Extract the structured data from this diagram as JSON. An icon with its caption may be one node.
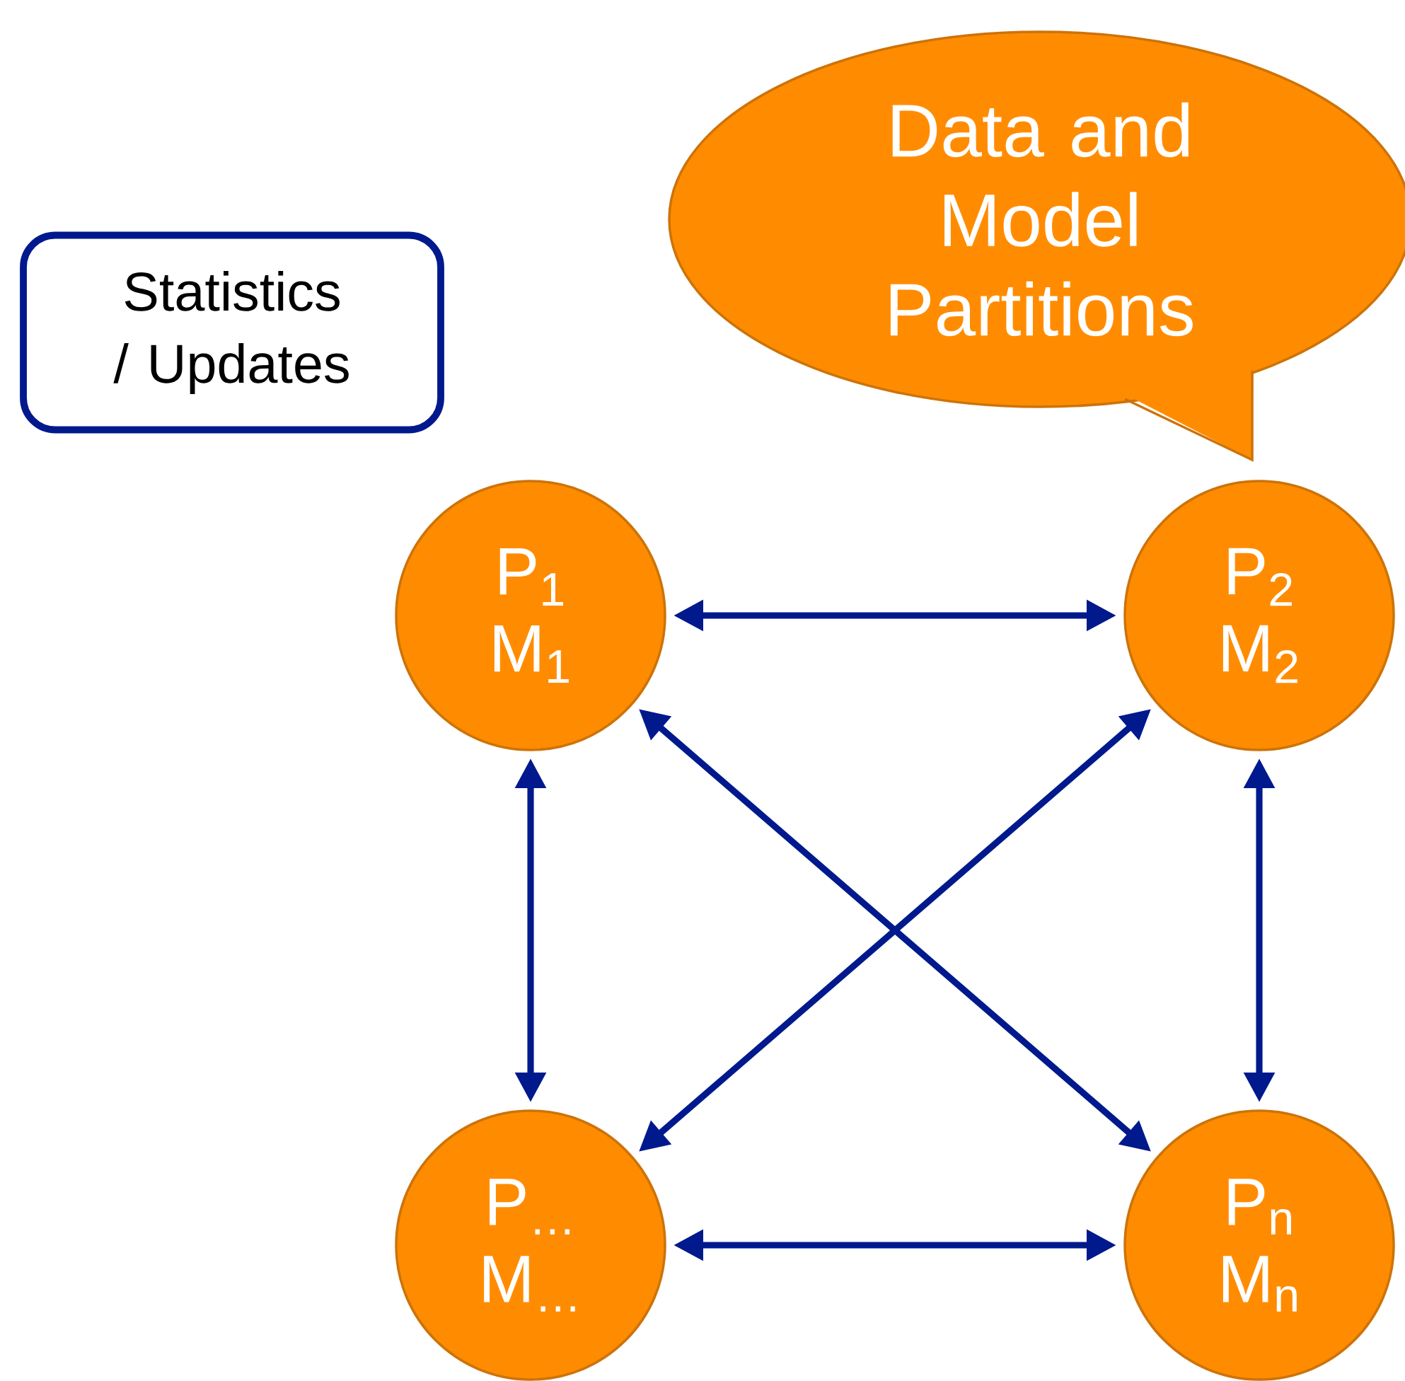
{
  "diagram": {
    "nodes": [
      {
        "text": [
          "Data and Model Partitions"
        ]
      },
      {
        "text": [
          "Statistics / Updates"
        ]
      },
      {
        "text": [
          "P$_{1}$",
          "M$_{1}$"
        ]
      },
      {
        "text": [
          "P$_{2}$",
          "M$_{2}$"
        ]
      },
      {
        "text": [
          "P$_{…}$",
          "M$_{…}$"
        ]
      },
      {
        "text": [
          "P$_{n}$",
          "M$_{n}$"
        ]
      }
    ],
    "edges": [
      {
        "from": 2,
        "to": 3,
        "arrow": "both"
      },
      {
        "from": 2,
        "to": 4,
        "arrow": "both"
      },
      {
        "from": 3,
        "to": 5,
        "arrow": "both"
      },
      {
        "from": 2,
        "to": 5,
        "arrow": "both"
      },
      {
        "from": 3,
        "to": 4,
        "arrow": "both"
      },
      {
        "from": 4,
        "to": 5,
        "arrow": "both"
      }
    ]
  }
}
